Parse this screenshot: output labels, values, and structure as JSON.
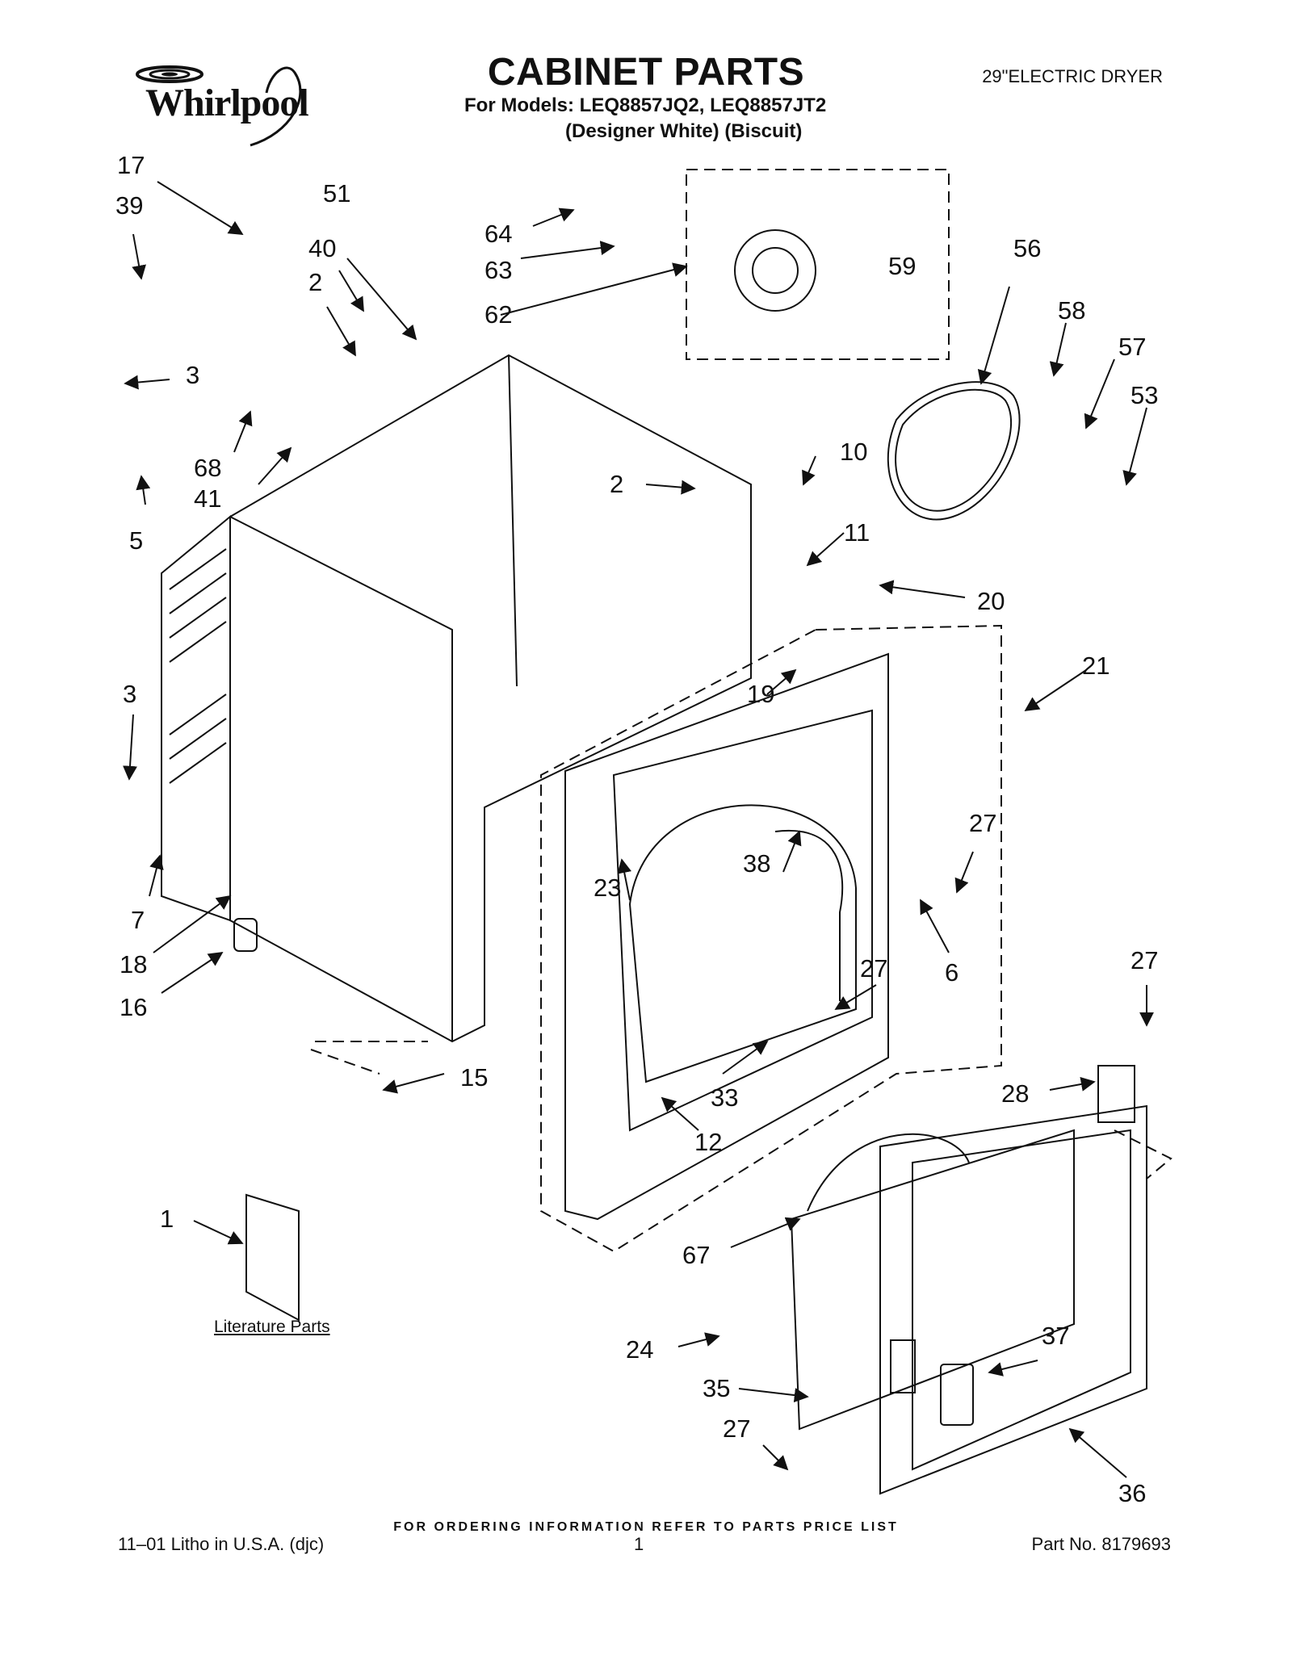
{
  "header": {
    "brand": "Whirlpool",
    "title": "CABINET PARTS",
    "models_line": "For Models: LEQ8857JQ2, LEQ8857JT2",
    "variants_line": "(Designer White)  (Biscuit)",
    "product": "29\"ELECTRIC DRYER"
  },
  "callouts": [
    "17",
    "39",
    "51",
    "40",
    "2",
    "3",
    "68",
    "41",
    "5",
    "3",
    "7",
    "18",
    "16",
    "15",
    "1",
    "64",
    "63",
    "62",
    "59",
    "56",
    "58",
    "57",
    "53",
    "10",
    "2",
    "11",
    "20",
    "21",
    "19",
    "27",
    "38",
    "23",
    "6",
    "27",
    "27",
    "28",
    "33",
    "12",
    "67",
    "24",
    "37",
    "35",
    "27",
    "36"
  ],
  "literature_caption": "Literature Parts",
  "footer": {
    "ordering_note": "FOR ORDERING INFORMATION REFER TO PARTS PRICE LIST",
    "litho": "11–01 Litho in U.S.A. (djc)",
    "page_number": "1",
    "part_number": "Part No. 8179693"
  }
}
